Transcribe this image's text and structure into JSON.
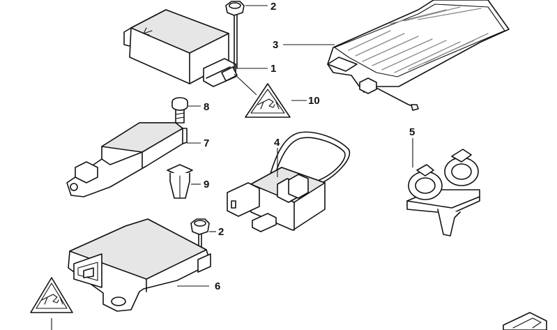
{
  "diagram": {
    "callouts": {
      "c1": "1",
      "c2_top": "2",
      "c2_bottom": "2",
      "c3": "3",
      "c4": "4",
      "c5": "5",
      "c6": "6",
      "c7": "7",
      "c8": "8",
      "c9": "9",
      "c10": "10"
    }
  }
}
